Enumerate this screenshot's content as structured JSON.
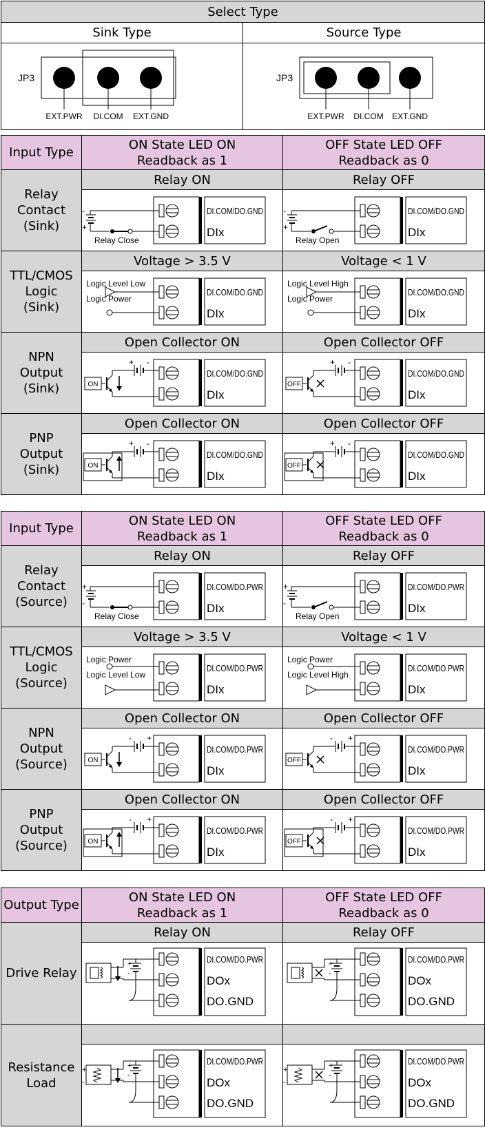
{
  "select_type": {
    "title": "Select Type",
    "sink": {
      "label": "Sink Type",
      "jumper": "JP3",
      "pins": [
        "EXT.PWR",
        "DI.COM",
        "EXT.GND"
      ]
    },
    "source": {
      "label": "Source Type",
      "jumper": "JP3",
      "pins": [
        "EXT.PWR",
        "DI.COM",
        "EXT.GND"
      ]
    }
  },
  "sink_inputs": {
    "header": {
      "type": "Input Type",
      "on_l1": "ON State LED ON",
      "on_l2": "Readback as 1",
      "off_l1": "OFF State LED OFF",
      "off_l2": "Readback as 0"
    },
    "com": "DI.COM/DO.GND",
    "dix": "DIx",
    "rows": [
      {
        "l1": "Relay",
        "l2": "Contact",
        "l3": "(Sink)",
        "on": "Relay ON",
        "off": "Relay OFF",
        "on_note": "Relay Close",
        "off_note": "Relay Open"
      },
      {
        "l1": "TTL/CMOS",
        "l2": "Logic",
        "l3": "(Sink)",
        "on": "Voltage > 3.5 V",
        "off": "Voltage < 1 V",
        "on_t1": "Logic Level Low",
        "on_t2": "Logic Power",
        "off_t1": "Logic Level High",
        "off_t2": "Logic Power"
      },
      {
        "l1": "NPN",
        "l2": "Output",
        "l3": "(Sink)",
        "on": "Open Collector ON",
        "off": "Open Collector OFF",
        "on_box": "ON",
        "off_box": "OFF"
      },
      {
        "l1": "PNP",
        "l2": "Output",
        "l3": "(Sink)",
        "on": "Open Collector ON",
        "off": "Open Collector OFF",
        "on_box": "ON",
        "off_box": "OFF"
      }
    ]
  },
  "source_inputs": {
    "header": {
      "type": "Input Type",
      "on_l1": "ON State LED ON",
      "on_l2": "Readback as 1",
      "off_l1": "OFF State LED OFF",
      "off_l2": "Readback as 0"
    },
    "com": "DI.COM/DO.PWR",
    "dix": "DIx",
    "rows": [
      {
        "l1": "Relay",
        "l2": "Contact",
        "l3": "(Source)",
        "on": "Relay ON",
        "off": "Relay OFF",
        "on_note": "Relay Close",
        "off_note": "Relay Open"
      },
      {
        "l1": "TTL/CMOS",
        "l2": "Logic",
        "l3": "(Source)",
        "on": "Voltage > 3.5 V",
        "off": "Voltage < 1 V",
        "on_t1": "Logic Power",
        "on_t2": "Logic Level Low",
        "off_t1": "Logic Power",
        "off_t2": "Logic Level High"
      },
      {
        "l1": "NPN",
        "l2": "Output",
        "l3": "(Source)",
        "on": "Open Collector ON",
        "off": "Open Collector OFF",
        "on_box": "ON",
        "off_box": "OFF"
      },
      {
        "l1": "PNP",
        "l2": "Output",
        "l3": "(Source)",
        "on": "Open Collector ON",
        "off": "Open Collector OFF",
        "on_box": "ON",
        "off_box": "OFF"
      }
    ]
  },
  "outputs": {
    "header": {
      "type": "Output Type",
      "on_l1": "ON State LED ON",
      "on_l2": "Readback as 1",
      "off_l1": "OFF State LED OFF",
      "off_l2": "Readback as 0"
    },
    "com": "DI.COM/DO.PWR",
    "dox": "DOx",
    "gnd": "DO.GND",
    "rows": [
      {
        "label": "Drive Relay",
        "on": "Relay ON",
        "off": "Relay OFF"
      },
      {
        "l1": "Resistance",
        "l2": "Load",
        "on": "",
        "off": ""
      }
    ]
  }
}
